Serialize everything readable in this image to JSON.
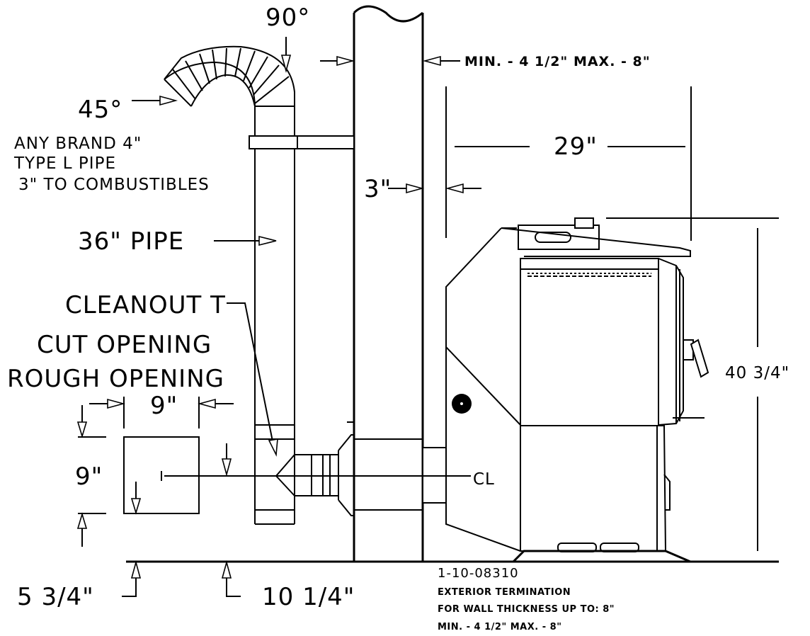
{
  "labels": {
    "angle_90": "90°",
    "angle_45": "45°",
    "pipe_note_1": "ANY BRAND 4\"",
    "pipe_note_2": "TYPE L PIPE",
    "pipe_note_3": "3\" TO COMBUSTIBLES",
    "pipe_36": "36\"  PIPE",
    "cleanout_t": "CLEANOUT T",
    "cut_opening": "CUT  OPENING",
    "rough_opening": "ROUGH  OPENING",
    "min_max_top": "MIN.  -  4  1/2\"   MAX.  -  8\"",
    "dim_29": "29\"",
    "dim_3": "3\"",
    "dim_9_horizontal": "9\"",
    "dim_9_vertical": "9\"",
    "dim_40_3_4": "40  3/4\"",
    "centerline": "CL",
    "dim_5_3_4": "5  3/4\"",
    "dim_10_1_4": "10  1/4\""
  },
  "notes": {
    "part_number": "1-10-08310",
    "line_1": "EXTERIOR TERMINATION",
    "line_2": "FOR WALL THICKNESS UP TO:  8\"",
    "line_3": "MIN.  -  4  1/2\"   MAX.  -  8\""
  }
}
